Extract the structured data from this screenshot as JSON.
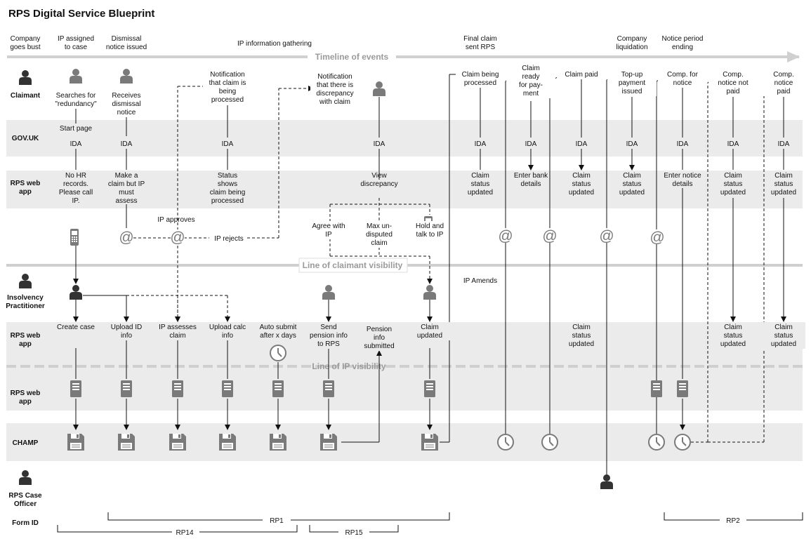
{
  "title": "RPS Digital Service Blueprint",
  "timeline_label": "Timeline of events",
  "line_claimant_visibility": "Line of claimant visibility",
  "line_ip_visibility": "Line of IP visibility",
  "ip_amends": "IP Amends",
  "ip_approves": "IP approves",
  "ip_rejects": "IP rejects",
  "rows": [
    "Claimant",
    "GOV.UK",
    "RPS web app",
    "Insolvency Practitioner",
    "RPS web app",
    "RPS web app",
    "CHAMP",
    "RPS Case Officer",
    "Form ID"
  ],
  "events": [
    {
      "lines": [
        "Company",
        "goes bust"
      ]
    },
    {
      "lines": [
        "IP assigned",
        "to case"
      ]
    },
    {
      "lines": [
        "Dismissal",
        "notice issued"
      ]
    },
    {
      "lines": [
        "IP information gathering"
      ]
    },
    {
      "lines": [
        "Final claim",
        "sent RPS"
      ]
    },
    {
      "lines": [
        "Company",
        "liquidation"
      ]
    },
    {
      "lines": [
        "Notice period",
        "ending"
      ]
    }
  ],
  "claimant_labels": [
    [
      "Searches for",
      "\"redundancy\""
    ],
    [
      "Receives",
      "dismissal",
      "notice"
    ],
    [
      "Notification",
      "that claim is",
      "being",
      "processed"
    ],
    [
      "Notification",
      "that there is",
      "discrepancy",
      "with claim"
    ],
    [
      "Claim being",
      "processed"
    ],
    [
      "Claim",
      "ready",
      "for pay-",
      "ment"
    ],
    [
      "Claim paid"
    ],
    [
      "Top-up",
      "payment",
      "issued"
    ],
    [
      "Comp. for",
      "notice"
    ],
    [
      "Comp.",
      "notice not",
      "paid"
    ],
    [
      "Comp.",
      "notice",
      "paid"
    ]
  ],
  "govuk_start": "Start page",
  "ida": "IDA",
  "web_labels": [
    [
      "No HR",
      "records.",
      "Please call",
      "IP."
    ],
    [
      "Make a",
      "claim but IP",
      "must",
      "assess"
    ],
    [
      "Status",
      "shows",
      "claim being",
      "processed"
    ],
    [
      "View",
      "discrepancy"
    ],
    [
      "Claim",
      "status",
      "updated"
    ],
    [
      "Enter bank",
      "details"
    ],
    [
      "Claim",
      "status",
      "updated"
    ],
    [
      "Claim",
      "status",
      "updated"
    ],
    [
      "Enter notice",
      "details"
    ],
    [
      "Claim",
      "status",
      "updated"
    ],
    [
      "Claim",
      "status",
      "updated"
    ]
  ],
  "choice_labels": [
    [
      "Agree with",
      "IP"
    ],
    [
      "Max un-",
      "disputed",
      "claim"
    ],
    [
      "Hold and",
      "talk to IP"
    ]
  ],
  "ip_web_labels": [
    [
      "Create case"
    ],
    [
      "Upload ID",
      "info"
    ],
    [
      "IP assesses",
      "claim"
    ],
    [
      "Upload calc",
      "info"
    ],
    [
      "Auto submit",
      "after x days"
    ],
    [
      "Send",
      "pension info",
      "to RPS"
    ],
    [
      "Pension",
      "info",
      "submitted"
    ],
    [
      "Claim",
      "updated"
    ],
    [
      "Claim",
      "status",
      "updated"
    ],
    [
      "Claim",
      "status",
      "updated"
    ],
    [
      "Claim",
      "status",
      "updated"
    ]
  ],
  "form_ids": [
    "RP1",
    "RP14",
    "RP15",
    "RP2"
  ]
}
